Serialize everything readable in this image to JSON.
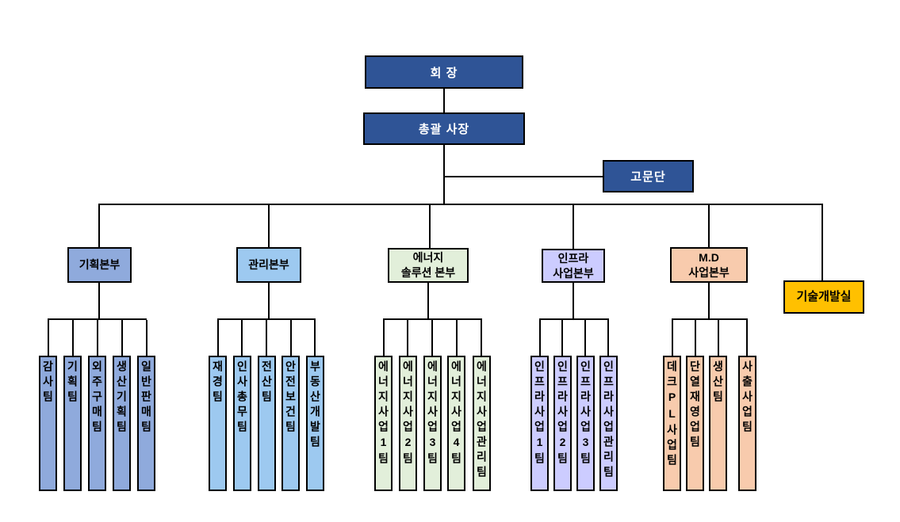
{
  "executives": {
    "chairman": "회 장",
    "president": "총괄 사장",
    "advisory": "고문단"
  },
  "divisions": [
    {
      "name": "기획본부",
      "teams": [
        "감사팀",
        "기획팀",
        "외주구매팀",
        "생산기획팀",
        "일반판매팀"
      ]
    },
    {
      "name": "관리본부",
      "teams": [
        "재경팀",
        "인사총무팀",
        "전산팀",
        "안전보건팀",
        "부동산개발팀"
      ]
    },
    {
      "name": "에너지\n솔루션 본부",
      "teams": [
        "에너지사업1팀",
        "에너지사업2팀",
        "에너지사업3팀",
        "에너지사업4팀",
        "에너지사업관리팀"
      ]
    },
    {
      "name": "인프라\n사업본부",
      "teams": [
        "인프라사업1팀",
        "인프라사업2팀",
        "인프라사업3팀",
        "인프라사업관리팀"
      ]
    },
    {
      "name": "M.D\n사업본부",
      "teams": [
        "데크PL사업팀",
        "단열재영업팀",
        "생산팀",
        "사출사업팀"
      ]
    },
    {
      "name": "기술개발실",
      "teams": []
    }
  ],
  "colors": {
    "executive": "#2F5496",
    "planning": "#8FAADC",
    "management": "#9DC9F0",
    "energy": "#E2EFDA",
    "infra": "#CCCCFF",
    "md": "#F8CBAD",
    "tech": "#FFC000",
    "line": "#000000"
  }
}
